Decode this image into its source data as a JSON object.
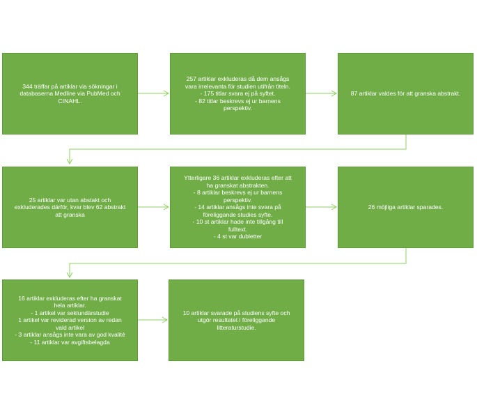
{
  "colors": {
    "box_fill": "#70ad47",
    "box_border": "#5f9a3c",
    "text": "#ffffff",
    "connector": "#8ccf62"
  },
  "boxes": [
    {
      "id": "b1",
      "lines": [
        "344 träffar på artiklar via sökningar i",
        "databaserna Medline via PubMed och",
        "CINAHL."
      ]
    },
    {
      "id": "b2",
      "lines": [
        "257 artiklar exkluderas då dem ansågs",
        "vara irrelevanta för studien utifrån titeln.",
        "- 175 titlar svara ej på syftet.",
        "- 82 titlar beskrevs ej ur barnens",
        "perspektiv."
      ]
    },
    {
      "id": "b3",
      "lines": [
        "87 artiklar valdes för att granska abstrakt."
      ]
    },
    {
      "id": "b4",
      "lines": [
        "25 artiklar var utan abstakt och",
        "exkluderades därför, kvar blev 62 abstrakt",
        "att granska"
      ]
    },
    {
      "id": "b5",
      "lines": [
        "Ytterligare 36 artiklar exkluderas efter att",
        "ha granskat abstrakten.",
        "- 8 artiklar beskrevs ej ur barnens",
        "perspektiv.",
        "- 14 artiklar ansågs inte svara på",
        "föreliggande studies syfte.",
        "- 10 st artiklar hade inte tillgång till",
        "fulltext.",
        "- 4 st var dubletter"
      ]
    },
    {
      "id": "b6",
      "lines": [
        "26 möjliga artiklar sparades."
      ]
    },
    {
      "id": "b7",
      "lines": [
        "16 artiklar exkluderas efter ha granskat",
        "hela artiklar.",
        "- 1 artikel var seklundärstudie",
        "1 artikel var reviderad version av redan",
        "vald artikel",
        "- 3 artiklar ansågs inte vara av god kvalité",
        "- 11 artiklar var avgiftsbelagda"
      ]
    },
    {
      "id": "b8",
      "lines": [
        "10 artiklar svarade på studiens syfte och",
        "utgör resultatet i föreliggande",
        "litteraturstudie."
      ]
    }
  ]
}
